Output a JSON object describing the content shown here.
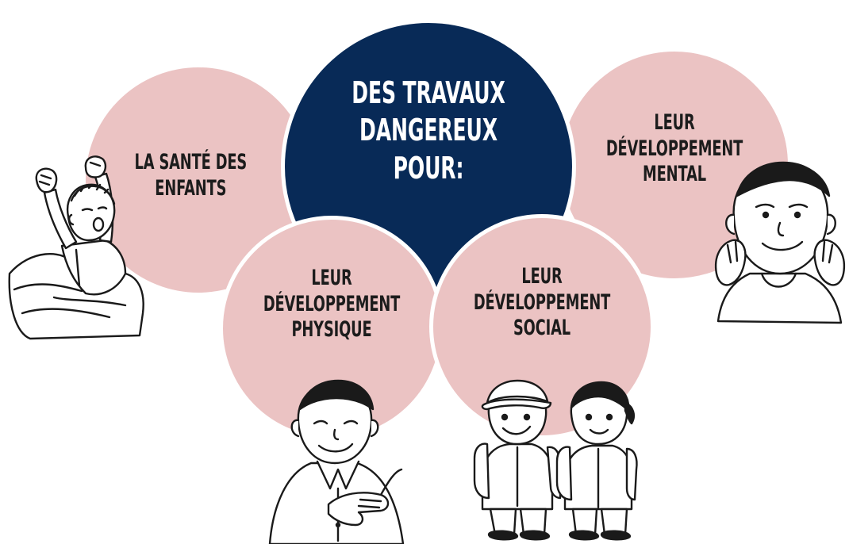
{
  "colors": {
    "navy": "#082a57",
    "pink": "#ebc3c3",
    "background": "#ffffff"
  },
  "center": {
    "label": "DES TRAVAUX\nDANGEREUX POUR:"
  },
  "bubbles": {
    "sante": "LA SANTÉ DES\nENFANTS",
    "mental": "LEUR DÉVELOPPEMENT\nMENTAL",
    "physique": "LEUR DÉVELOPPEMENT\nPHYSIQUE",
    "social": "LEUR DÉVELOPPEMENT\nSOCIAL"
  },
  "illustrations": [
    "waking-child-icon",
    "thinking-boy-icon",
    "smiling-boy-icon",
    "two-children-icon"
  ]
}
